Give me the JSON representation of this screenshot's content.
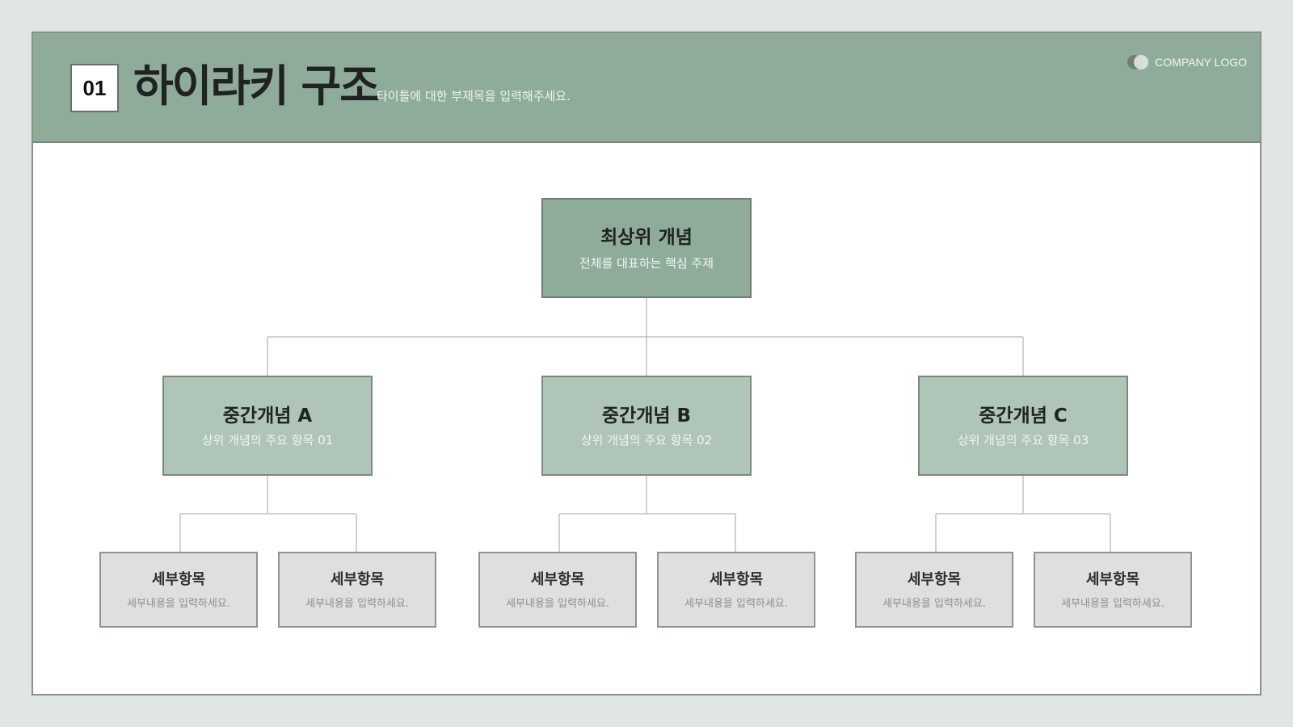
{
  "header": {
    "number": "01",
    "title": "하이라키 구조",
    "subtitle": "타이틀에 대한 부제목을 입력해주세요.",
    "logo_text": "COMPANY LOGO"
  },
  "diagram": {
    "top": {
      "title": "최상위 개념",
      "desc": "전체를 대표하는 핵심 주제"
    },
    "mids": [
      {
        "title": "중간개념 A",
        "desc": "상위 개념의 주요 항목 01"
      },
      {
        "title": "중간개념 B",
        "desc": "상위 개념의 주요 항목 02"
      },
      {
        "title": "중간개념 C",
        "desc": "상위 개념의 주요 항목 03"
      }
    ],
    "leaves": [
      {
        "title": "세부항목",
        "desc": "세부내용을 입력하세요."
      },
      {
        "title": "세부항목",
        "desc": "세부내용을 입력하세요."
      },
      {
        "title": "세부항목",
        "desc": "세부내용을 입력하세요."
      },
      {
        "title": "세부항목",
        "desc": "세부내용을 입력하세요."
      },
      {
        "title": "세부항목",
        "desc": "세부내용을 입력하세요."
      },
      {
        "title": "세부항목",
        "desc": "세부내용을 입력하세요."
      }
    ]
  },
  "colors": {
    "header_bg": "#8fac9b",
    "top_node": "#8fac9b",
    "mid_node": "#afc5b7",
    "leaf_node": "#dde0de",
    "page_bg": "#e0e6e2"
  }
}
